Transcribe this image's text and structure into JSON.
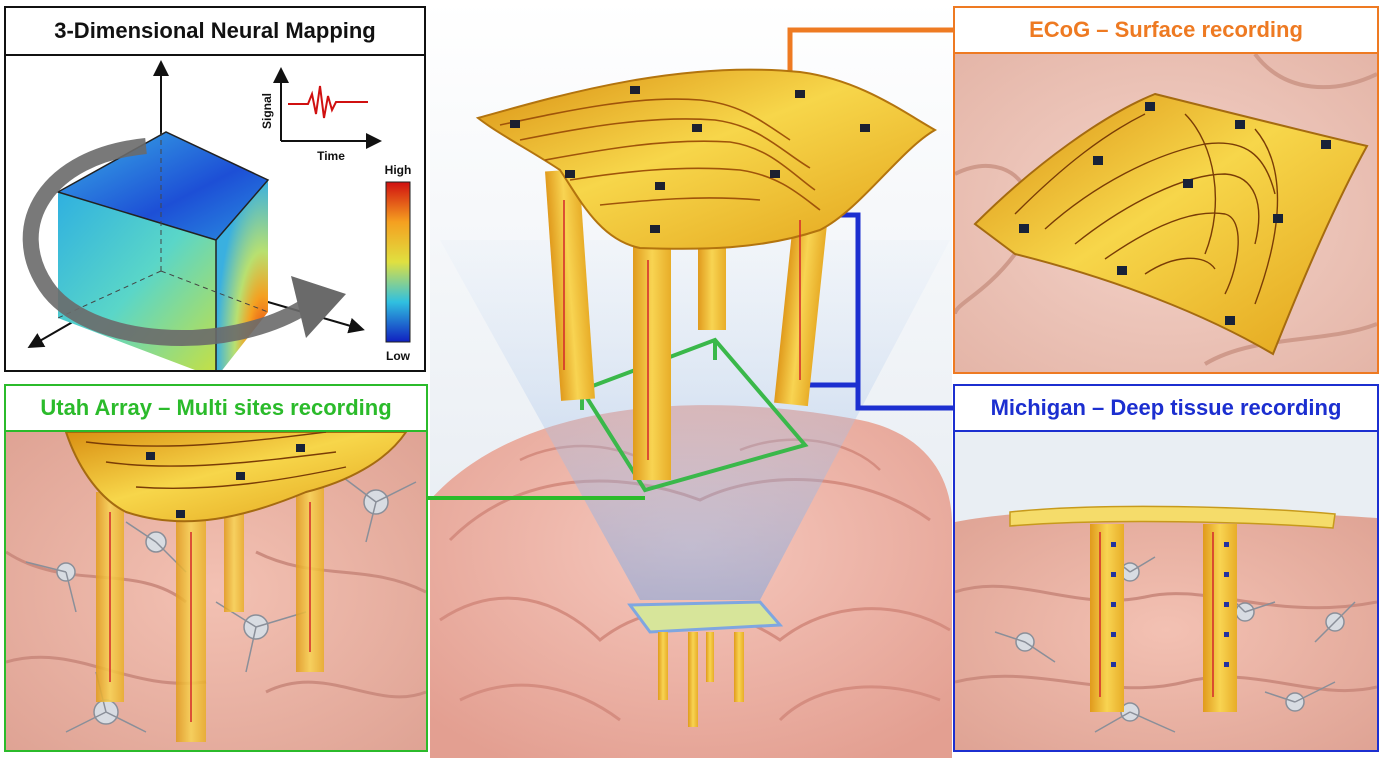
{
  "panels": {
    "mapping": {
      "title": "3-Dimensional Neural Mapping",
      "signal_label": "Signal",
      "time_label": "Time",
      "colorbar_high": "High",
      "colorbar_low": "Low"
    },
    "ecog": {
      "title": "ECoG – Surface recording"
    },
    "utah": {
      "title": "Utah Array – Multi sites recording"
    },
    "michigan": {
      "title": "Michigan – Deep tissue recording"
    }
  },
  "colors": {
    "ecog_accent": "#ee7a22",
    "utah_accent": "#2bbb2b",
    "michigan_accent": "#1c2fd0",
    "mapping_border": "#111111",
    "electrode_gold": "#f2c230",
    "brain_tissue": "#efb3a6"
  }
}
